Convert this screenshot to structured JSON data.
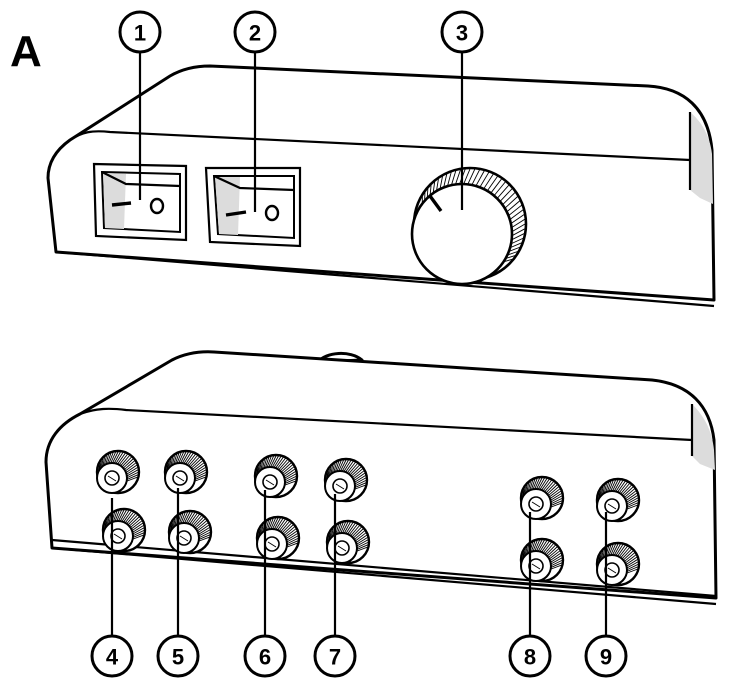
{
  "figure": {
    "panel_label": "A",
    "callouts": [
      {
        "id": "1",
        "label": "1"
      },
      {
        "id": "2",
        "label": "2"
      },
      {
        "id": "3",
        "label": "3"
      },
      {
        "id": "4",
        "label": "4"
      },
      {
        "id": "5",
        "label": "5"
      },
      {
        "id": "6",
        "label": "6"
      },
      {
        "id": "7",
        "label": "7"
      },
      {
        "id": "8",
        "label": "8"
      },
      {
        "id": "9",
        "label": "9"
      }
    ],
    "switches": [
      {
        "off_symbol": "—",
        "on_symbol": "O"
      },
      {
        "off_symbol": "—",
        "on_symbol": "O"
      }
    ]
  },
  "colors": {
    "line": "#000000",
    "background": "#ffffff",
    "shade": "#dcdcdc"
  }
}
